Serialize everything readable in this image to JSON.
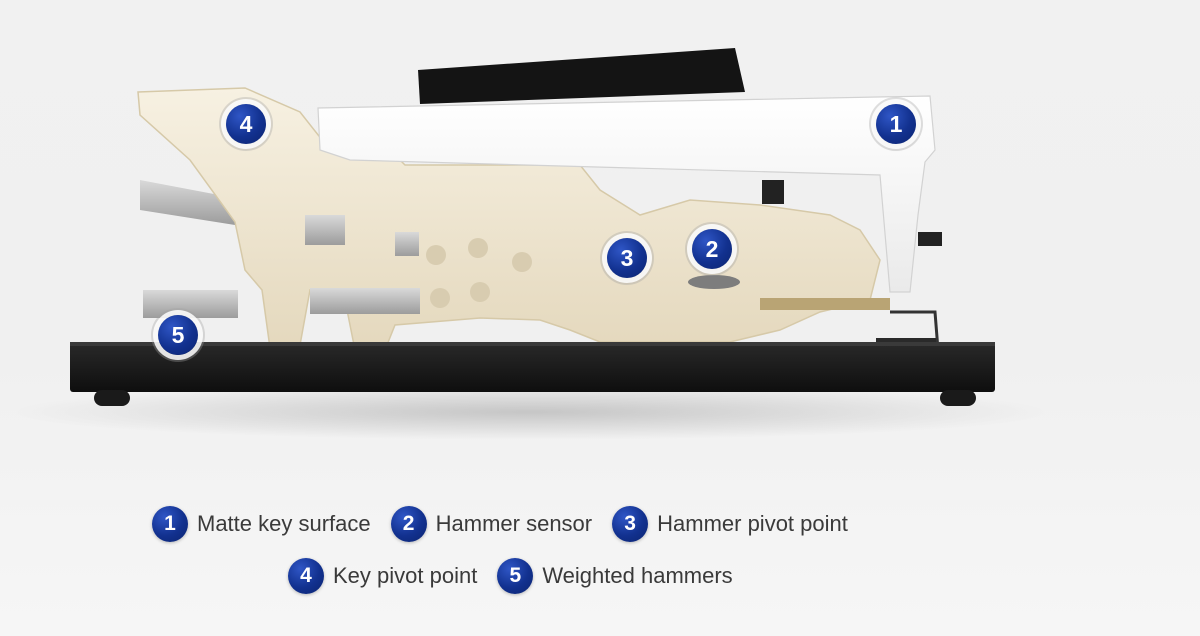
{
  "colors": {
    "badge_blue": "#12318f",
    "key_white": "#ffffff",
    "frame_ivory": "#efe7d4",
    "base_black": "#1b1b1b",
    "label_text": "#3a3a3a"
  },
  "callouts": [
    {
      "number": "1",
      "label": "Matte key surface"
    },
    {
      "number": "2",
      "label": "Hammer sensor"
    },
    {
      "number": "3",
      "label": "Hammer pivot point"
    },
    {
      "number": "4",
      "label": "Key pivot point"
    },
    {
      "number": "5",
      "label": "Weighted hammers"
    }
  ]
}
